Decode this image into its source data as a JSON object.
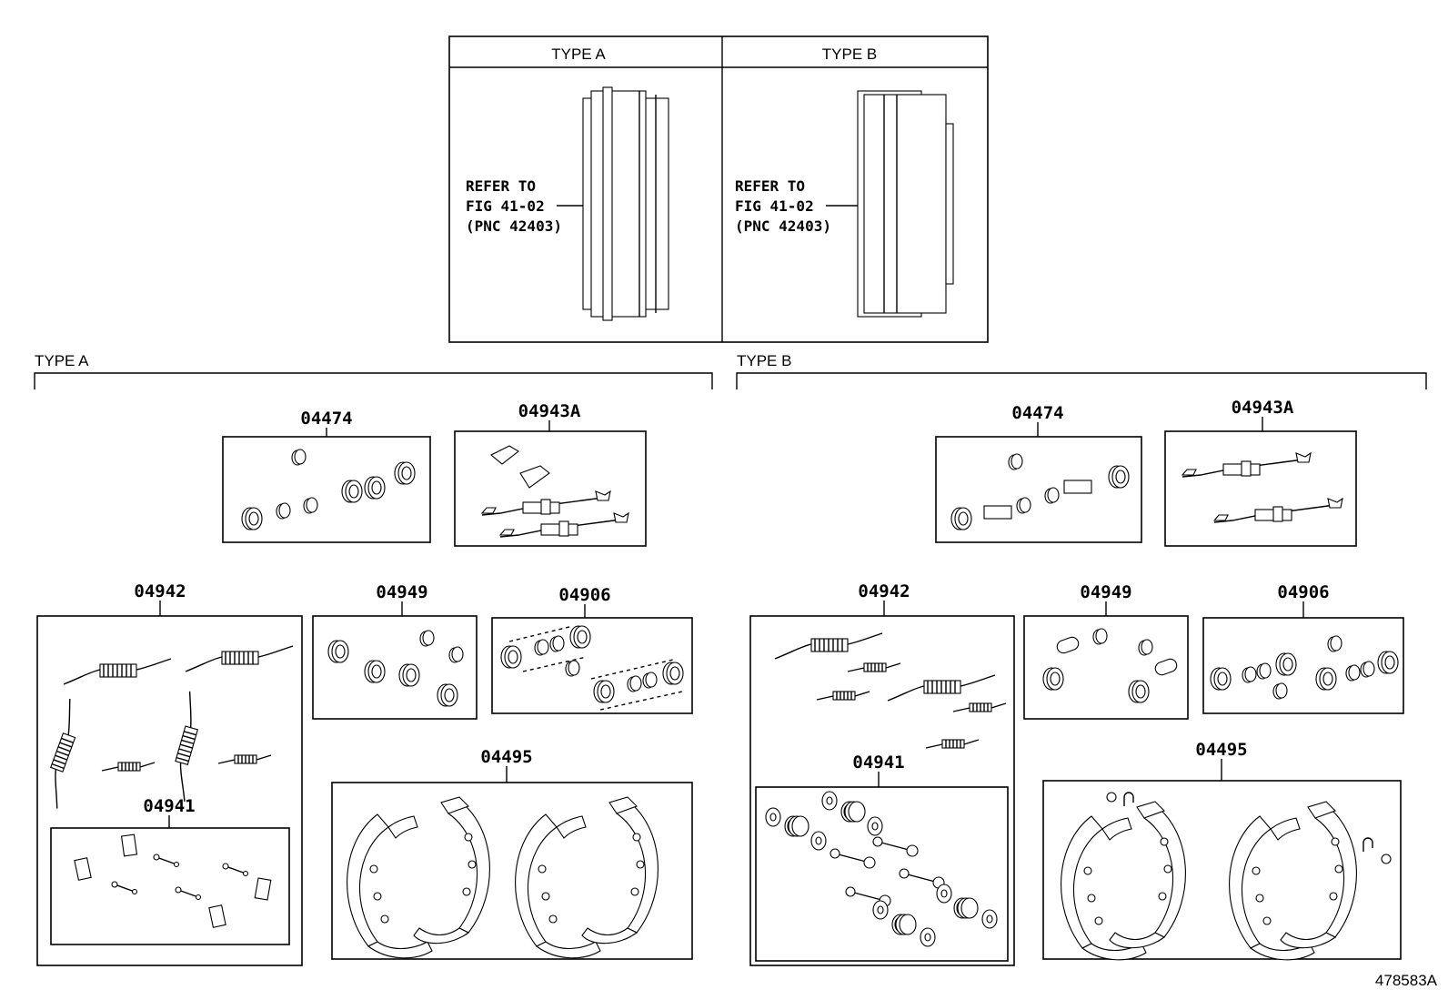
{
  "drum_panel": {
    "type_a_header": "TYPE A",
    "type_b_header": "TYPE B",
    "type_a_ref": [
      "REFER TO",
      "FIG 41-02",
      "(PNC 42403)"
    ],
    "type_b_ref": [
      "REFER TO",
      "FIG 41-02",
      "(PNC 42403)"
    ]
  },
  "type_a": {
    "label": "TYPE A",
    "kits": {
      "wheel_cyl_kit": "04474",
      "adjuster_kit": "04943A",
      "spring_kit": "04942",
      "holddown_kit": "04941",
      "cup_kit": "04949",
      "cylinder_kit": "04906",
      "shoe_kit": "04495"
    }
  },
  "type_b": {
    "label": "TYPE B",
    "kits": {
      "wheel_cyl_kit": "04474",
      "adjuster_kit": "04943A",
      "spring_kit": "04942",
      "holddown_kit": "04941",
      "cup_kit": "04949",
      "cylinder_kit": "04906",
      "shoe_kit": "04495"
    }
  },
  "figure_id": "478583A"
}
